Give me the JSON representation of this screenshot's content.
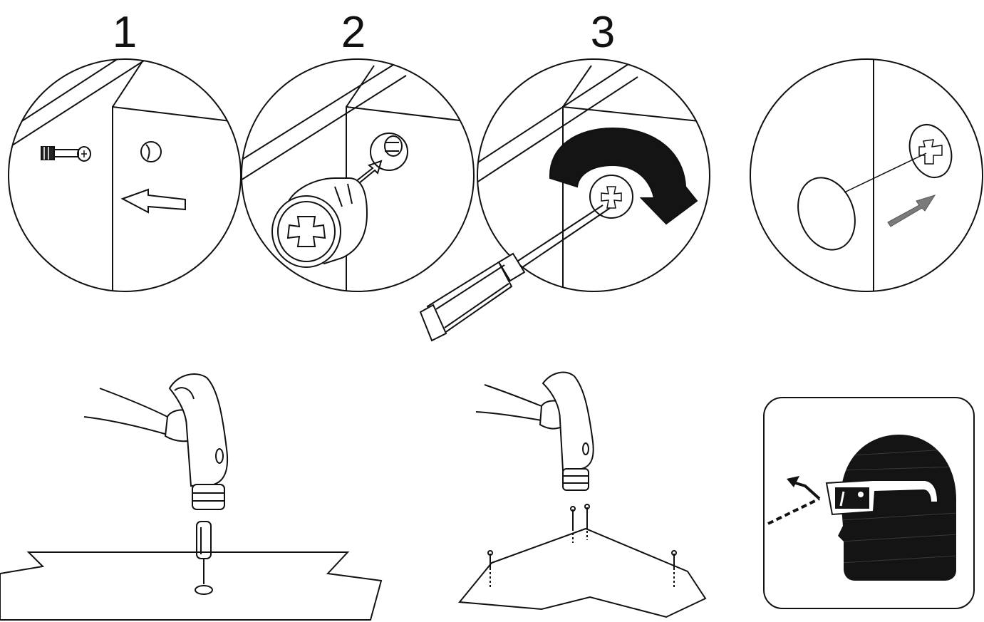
{
  "steps": [
    {
      "number": "1"
    },
    {
      "number": "2"
    },
    {
      "number": "3"
    }
  ],
  "panels": [
    {
      "name": "step-1-insert-bolt"
    },
    {
      "name": "step-2-insert-cam-lock"
    },
    {
      "name": "step-3-turn-cam-lock-clockwise"
    },
    {
      "name": "cover-cap-panel"
    },
    {
      "name": "hammer-dowel-panel"
    },
    {
      "name": "hammer-nails-panel"
    },
    {
      "name": "safety-glasses-panel"
    }
  ],
  "colors": {
    "line": "#111111",
    "fill_dark": "#141414",
    "arrow_gray": "#7a7a7a",
    "background": "#ffffff"
  }
}
